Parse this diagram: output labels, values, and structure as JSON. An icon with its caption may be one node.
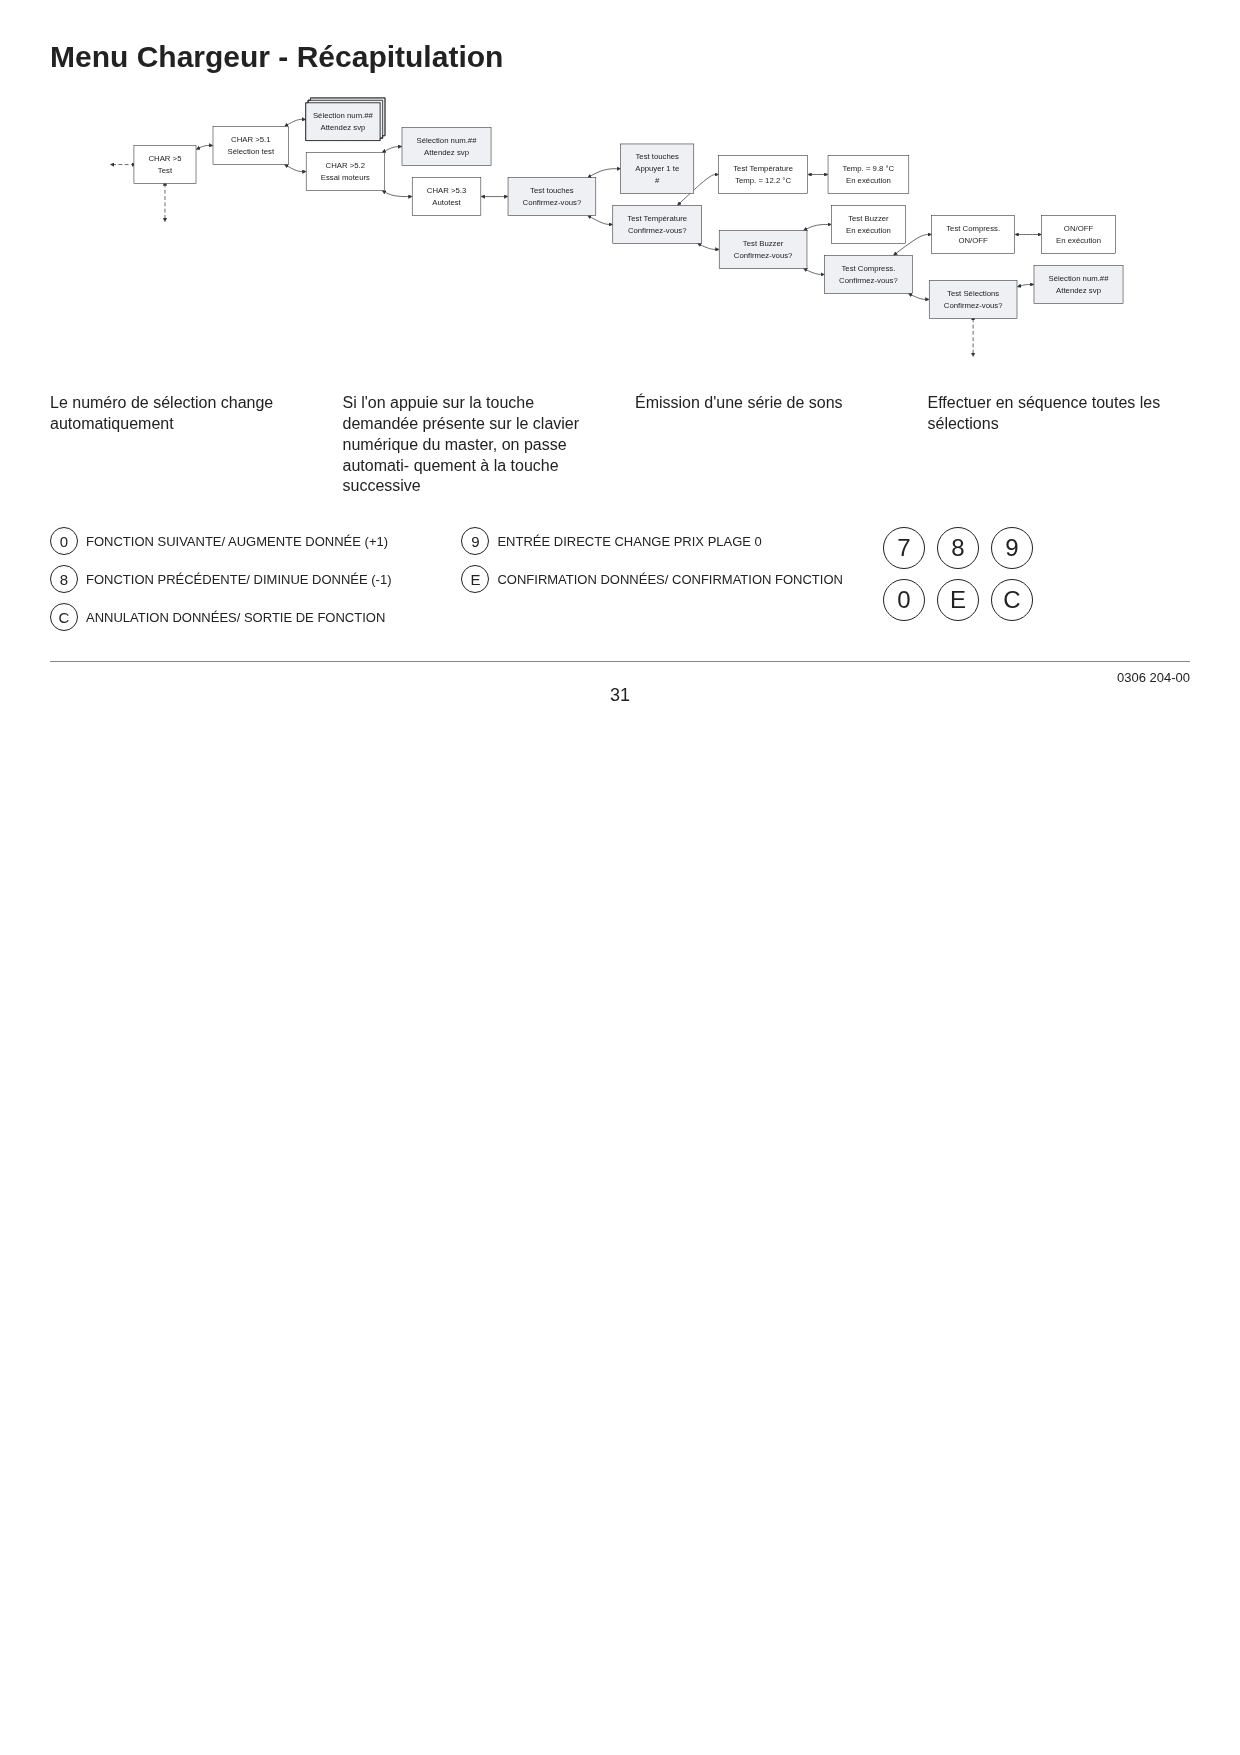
{
  "diagram": {
    "title": "Menu Chargeur - Récapitulation",
    "nodes": [
      {
        "text": [
          "CHAR >5",
          "Test"
        ]
      },
      {
        "text": [
          "CHAR >5.1",
          "Sélection test"
        ]
      },
      {
        "text": [
          "Sélection num.##",
          "Attendez svp"
        ]
      },
      {
        "text": [
          "CHAR >5.2",
          "Essai moteurs"
        ]
      },
      {
        "text": [
          "Sélection num.##",
          "Attendez svp"
        ]
      },
      {
        "text": [
          "CHAR >5.3",
          "Autotest"
        ]
      },
      {
        "text": [
          "Test touches",
          "Confirmez-vous?"
        ]
      },
      {
        "text": [
          "Test touches",
          "Appuyer 1 te",
          "#"
        ]
      },
      {
        "text": [
          "Test Température",
          "Confirmez-vous?"
        ]
      },
      {
        "text": [
          "Test Température",
          "Temp. = 12.2 °C"
        ]
      },
      {
        "text": [
          "Temp. = 9.8 °C",
          "En exécution"
        ]
      },
      {
        "text": [
          "Test Buzzer",
          "Confirmez-vous?"
        ]
      },
      {
        "text": [
          "Test Buzzer",
          "En exécution"
        ]
      },
      {
        "text": [
          "Test Compress.",
          "Confirmez-vous?"
        ]
      },
      {
        "text": [
          "Test Compress.",
          "ON/OFF"
        ]
      },
      {
        "text": [
          "ON/OFF",
          "En exécution"
        ]
      },
      {
        "text": [
          "Test Sélections",
          "Confirmez-vous?"
        ]
      },
      {
        "text": [
          "Sélection num.##",
          "Attendez svp"
        ]
      }
    ],
    "edges": [
      {
        "from": null,
        "to": 0,
        "arrow": "both",
        "style": "dashed"
      },
      {
        "from": 0,
        "to": null,
        "arrow": "both",
        "style": "dashed"
      },
      {
        "from": 0,
        "to": 1,
        "arrow": "both"
      },
      {
        "from": 1,
        "to": 2,
        "arrow": "both"
      },
      {
        "from": 1,
        "to": 3,
        "arrow": "both"
      },
      {
        "from": 3,
        "to": 4,
        "arrow": "both"
      },
      {
        "from": 3,
        "to": 5,
        "arrow": "both"
      },
      {
        "from": 5,
        "to": 6,
        "arrow": "both"
      },
      {
        "from": 6,
        "to": 7,
        "arrow": "both"
      },
      {
        "from": 6,
        "to": 8,
        "arrow": "both"
      },
      {
        "from": 8,
        "to": 9,
        "arrow": "both"
      },
      {
        "from": 9,
        "to": 10,
        "arrow": "both"
      },
      {
        "from": 8,
        "to": 11,
        "arrow": "both"
      },
      {
        "from": 11,
        "to": 12,
        "arrow": "both"
      },
      {
        "from": 11,
        "to": 13,
        "arrow": "both"
      },
      {
        "from": 13,
        "to": 14,
        "arrow": "both"
      },
      {
        "from": 14,
        "to": 15,
        "arrow": "both"
      },
      {
        "from": 13,
        "to": 16,
        "arrow": "both"
      },
      {
        "from": 16,
        "to": 17,
        "arrow": "both"
      },
      {
        "from": 16,
        "to": null,
        "arrow": "both",
        "style": "dashed"
      }
    ],
    "labels": [
      "Le numéro de sélection change automatiquement",
      "Si l'on appuie sur la touche demandée présente sur le clavier numérique du master, on passe automati- quement à la touche successive",
      "Émission d'une série de sons",
      "Effectuer en séquence toutes les sélections",
      "0",
      "9",
      "8",
      "E",
      "C",
      "7",
      "8",
      "9",
      "0",
      "E",
      "C",
      "0306 204-00",
      "31"
    ],
    "legend": [
      {
        "text": "FONCTION SUIVANTE/ AUGMENTE DONNÉE (+1)"
      },
      {
        "text": "ENTRÉE DIRECTE CHANGE PRIX PLAGE 0"
      },
      {
        "text": "FONCTION PRÉCÉDENTE/ DIMINUE DONNÉE (-1)"
      },
      {
        "text": "CONFIRMATION DONNÉES/ CONFIRMATION FONCTION"
      },
      {
        "text": "ANNULATION DONNÉES/ SORTIE DE FONCTION"
      }
    ]
  }
}
